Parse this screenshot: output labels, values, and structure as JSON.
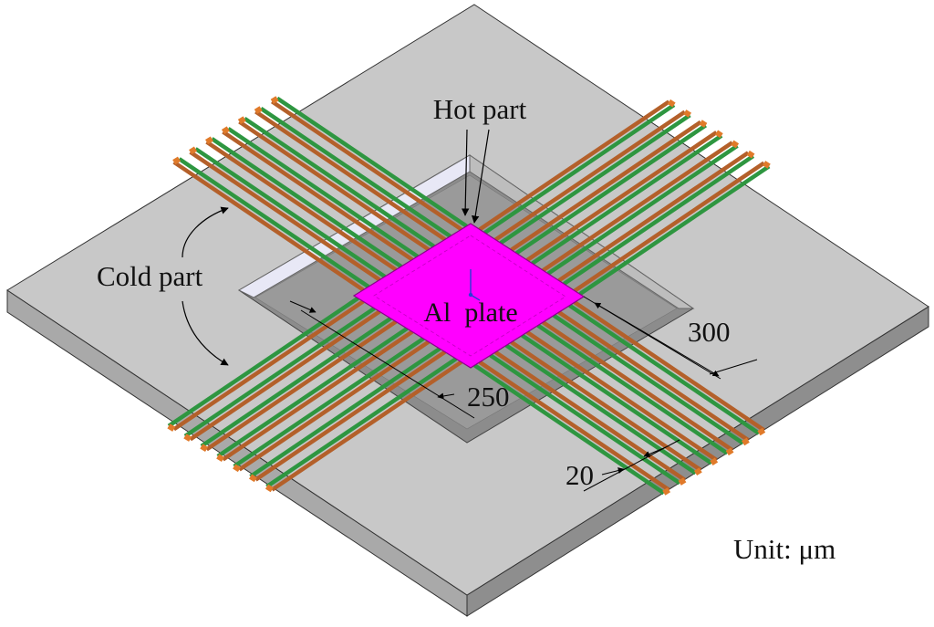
{
  "labels": {
    "hot_part": "Hot part",
    "cold_part": "Cold part",
    "plate": "Al  plate",
    "dim_300": "300",
    "dim_250": "250",
    "dim_20": "20",
    "unit": "Unit: μm"
  },
  "colors": {
    "substrate_top": "#c8c8c8",
    "substrate_front": "#a9a9a9",
    "substrate_side": "#8e8e8e",
    "cavity": "#8c8c8c",
    "cavity_light_wall": "#e8e8f6",
    "membrane": "#9a9a9a",
    "plate": "#ff00ff",
    "leg_copper": "#b4602a",
    "leg_green": "#2e9640",
    "pad": "#e07a2a"
  }
}
